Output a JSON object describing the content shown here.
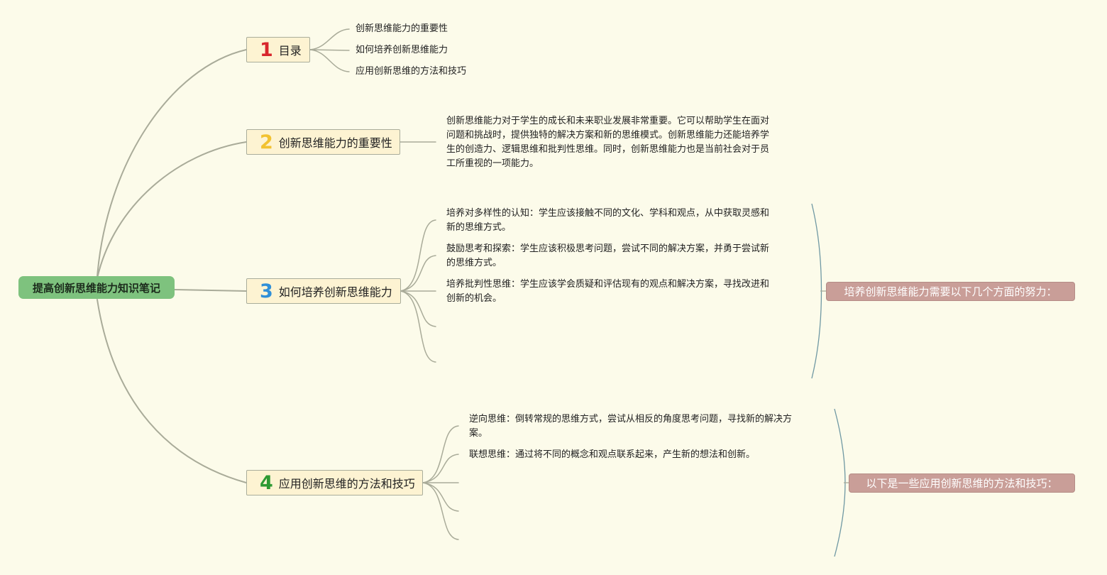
{
  "root": {
    "label": "提高创新思维能力知识笔记"
  },
  "colors": {
    "background": "#fcfbea",
    "root_fill": "#7ec27e",
    "topic_fill": "#fdf3d2",
    "summary_fill": "#c99e98",
    "connector": "#a9ab99",
    "bracket": "#6f98a3",
    "badge_1": "#d8262c",
    "badge_2": "#f2c230",
    "badge_3": "#2f8fd8",
    "badge_4": "#2e9a33"
  },
  "topics": [
    {
      "number": "1",
      "label": "目录",
      "icon": "number-one-badge-icon",
      "children": [
        "创新思维能力的重要性",
        "如何培养创新思维能力",
        "应用创新思维的方法和技巧"
      ]
    },
    {
      "number": "2",
      "label": "创新思维能力的重要性",
      "icon": "number-two-badge-icon",
      "text_lines": [
        "创新思维能力对于学生的成长和未来职业发展非常重要。它可以帮助学生在面对",
        "问题和挑战时，提供独特的解决方案和新的思维模式。创新思维能力还能培养学",
        "生的创造力、逻辑思维和批判性思维。同时，创新思维能力也是当前社会对于员",
        "工所重视的一项能力。"
      ]
    },
    {
      "number": "3",
      "label": "如何培养创新思维能力",
      "icon": "number-three-badge-icon",
      "children": [
        {
          "lines": [
            "培养对多样性的认知：学生应该接触不同的文化、学科和观点，从中获取灵感和",
            "新的思维方式。"
          ]
        },
        {
          "lines": [
            "鼓励思考和探索：学生应该积极思考问题，尝试不同的解决方案，并勇于尝试新",
            "的思维方式。"
          ]
        },
        {
          "lines": [
            "培养批判性思维：学生应该学会质疑和评估现有的观点和解决方案，寻找改进和",
            "创新的机会。"
          ]
        }
      ],
      "summary": "培养创新思维能力需要以下几个方面的努力："
    },
    {
      "number": "4",
      "label": "应用创新思维的方法和技巧",
      "icon": "number-four-badge-icon",
      "children": [
        {
          "lines": [
            "逆向思维：倒转常规的思维方式，尝试从相反的角度思考问题，寻找新的解决方",
            "案。"
          ]
        },
        {
          "lines": [
            "联想思维：通过将不同的概念和观点联系起来，产生新的想法和创新。"
          ]
        }
      ],
      "summary": "以下是一些应用创新思维的方法和技巧："
    }
  ]
}
